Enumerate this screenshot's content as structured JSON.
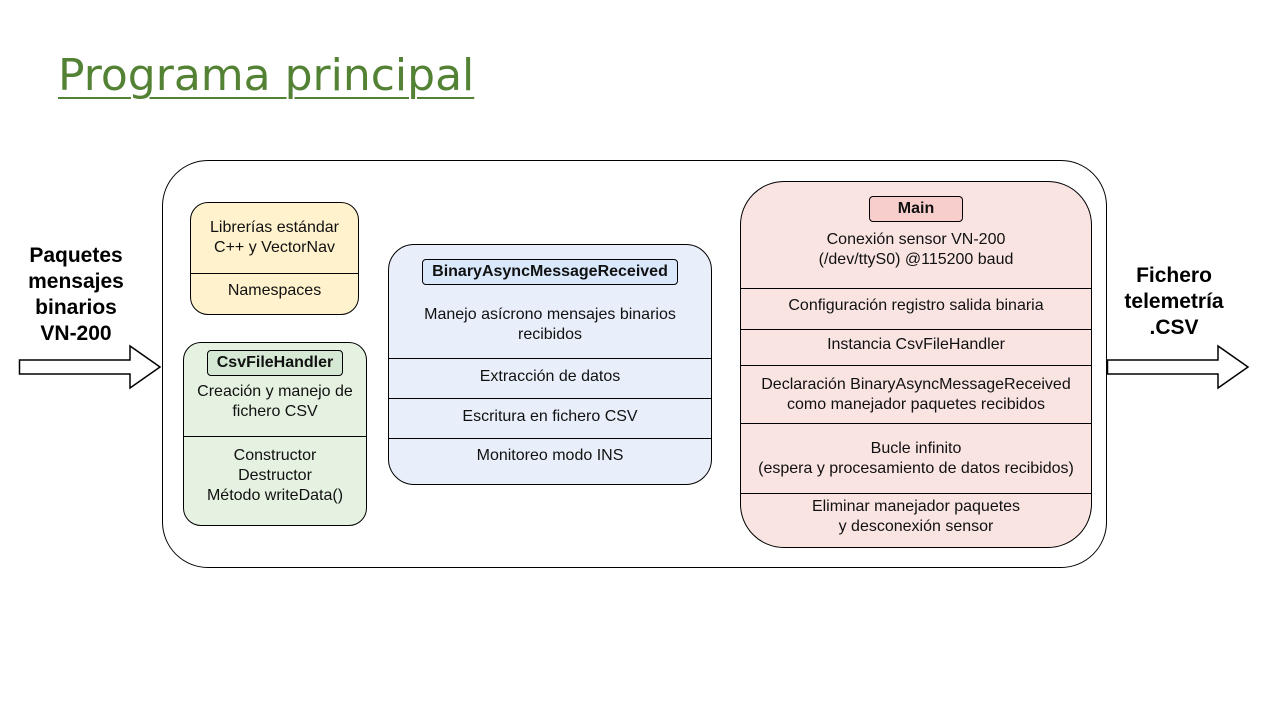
{
  "title": "Programa principal",
  "input": {
    "label": [
      "Paquetes",
      "mensajes",
      "binarios",
      "VN-200"
    ]
  },
  "output": {
    "label": [
      "Fichero",
      "telemetría",
      ".CSV"
    ]
  },
  "libs": {
    "sections": [
      [
        "Librerías estándar",
        "C++ y VectorNav"
      ],
      [
        "Namespaces"
      ]
    ]
  },
  "csv": {
    "header": "CsvFileHandler",
    "sections": [
      [
        "Creación y manejo de",
        "fichero CSV"
      ],
      [
        "Constructor",
        "Destructor",
        "Método writeData()"
      ]
    ]
  },
  "binary": {
    "header": "BinaryAsyncMessageReceived",
    "sections": [
      [
        "Manejo asícrono mensajes binarios",
        "recibidos"
      ],
      [
        "Extracción de datos"
      ],
      [
        "Escritura en fichero CSV"
      ],
      [
        "Monitoreo modo INS"
      ]
    ]
  },
  "main": {
    "header": "Main",
    "sections": [
      [
        "Conexión sensor VN-200",
        "(/dev/ttyS0) @115200 baud"
      ],
      [
        "Configuración registro salida binaria"
      ],
      [
        "Instancia CsvFileHandler"
      ],
      [
        "Declaración BinaryAsyncMessageReceived",
        "como manejador paquetes recibidos"
      ],
      [
        "Bucle infinito",
        "(espera y procesamiento de datos recibidos)"
      ],
      [
        "Eliminar manejador paquetes",
        "y desconexión sensor"
      ]
    ]
  },
  "colors": {
    "title": "#548235",
    "libs_fill": "#fff2cc",
    "csv_fill": "#e6f2e1",
    "csv_tag": "#d5e8d4",
    "binary_fill": "#e9effa",
    "binary_tag": "#dae8fc",
    "main_fill": "#f9e4e2",
    "main_tag": "#f8cecc"
  }
}
